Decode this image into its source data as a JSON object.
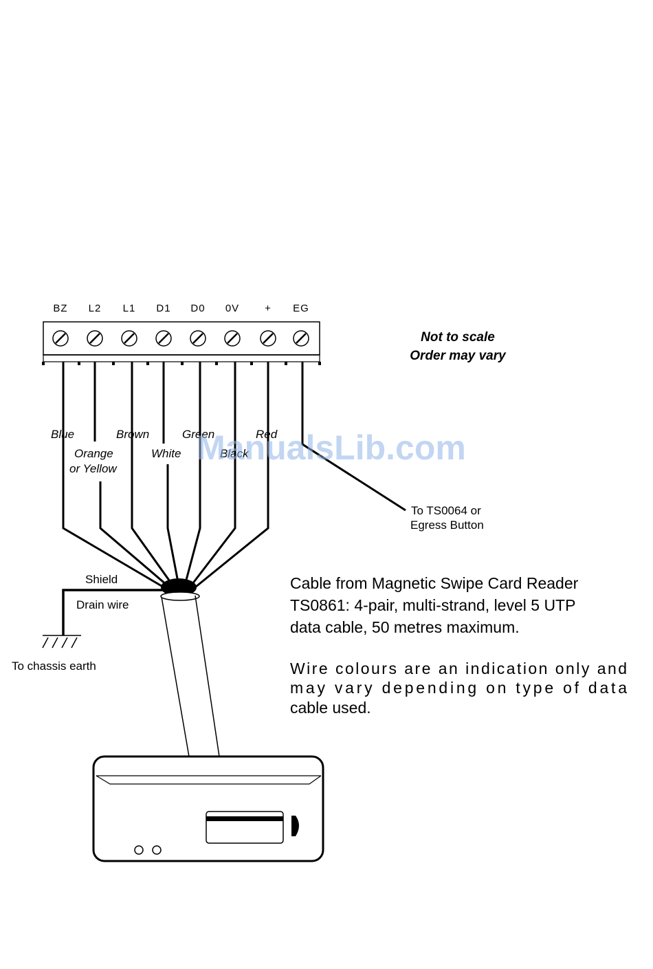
{
  "terminals": [
    "BZ",
    "L2",
    "L1",
    "D1",
    "D0",
    "0V",
    "+",
    "EG"
  ],
  "wire_colours": {
    "blue": "Blue",
    "orange_line1": "Orange",
    "orange_line2": "or Yellow",
    "brown": "Brown",
    "white": "White",
    "green": "Green",
    "black": "Black",
    "red": "Red"
  },
  "note": {
    "line1": "Not to scale",
    "line2": "Order may vary"
  },
  "egress": {
    "line1": "To TS0064 or",
    "line2": "Egress Button"
  },
  "shield_label": "Shield",
  "drain_label": "Drain wire",
  "earth_label": "To chassis earth",
  "cable_description": [
    "Cable from Magnetic Swipe Card Reader",
    "TS0861: 4-pair, multi-strand, level 5 UTP",
    "data cable, 50 metres maximum."
  ],
  "colour_note": [
    "Wire colours are an indication only and",
    "may vary depending on type of data",
    "cable used."
  ],
  "watermark": "ManualsLib.com"
}
